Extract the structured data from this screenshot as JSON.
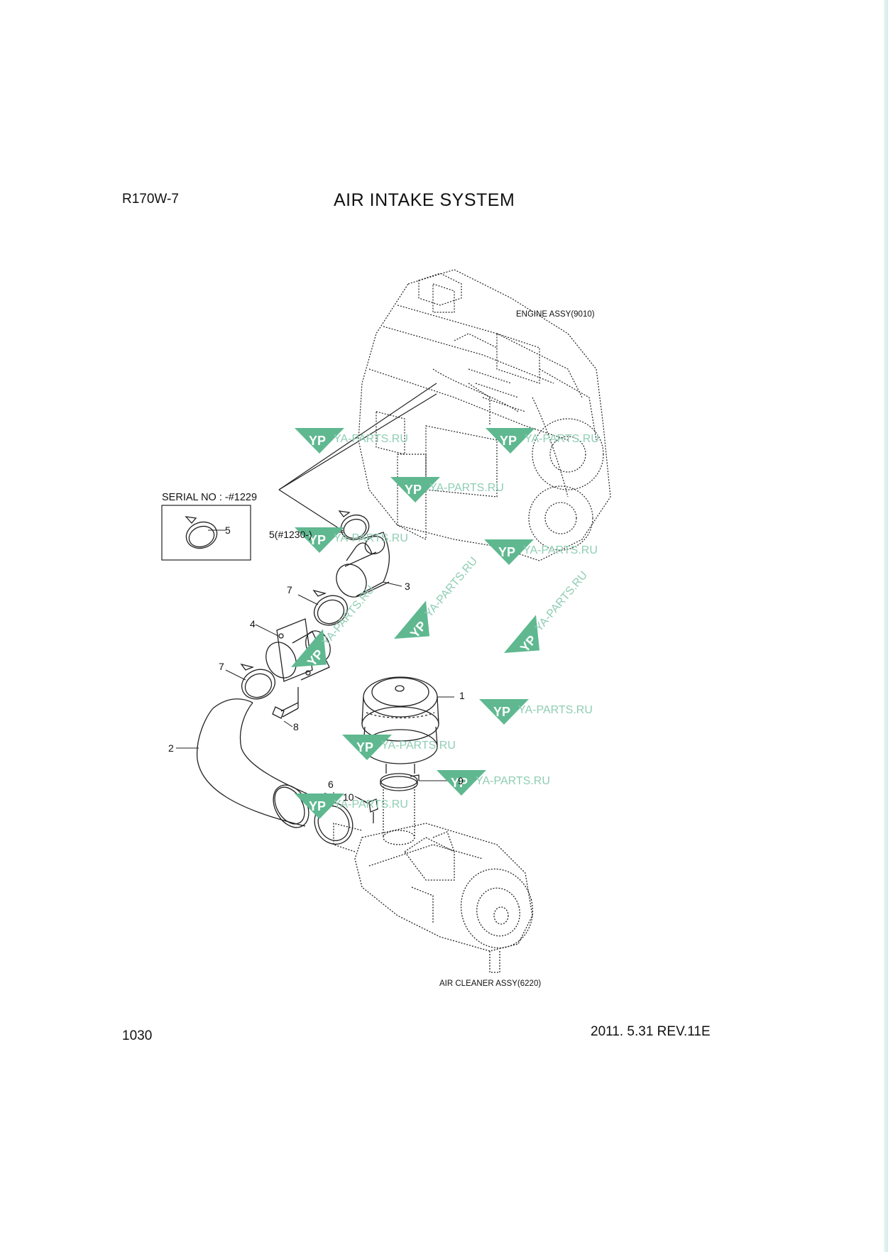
{
  "header": {
    "model": "R170W-7",
    "title": "AIR INTAKE SYSTEM"
  },
  "footer": {
    "page_number": "1030",
    "revision": "2011. 5.31  REV.11E"
  },
  "labels": {
    "engine_assy": "ENGINE ASSY(9010)",
    "air_cleaner_assy": "AIR CLEANER ASSY(6220)",
    "serial_no": "SERIAL NO : -#1229"
  },
  "callouts": {
    "c1": "1",
    "c2": "2",
    "c3": "3",
    "c4": "4",
    "c5_box": "5",
    "c5_serial": "5(#1230-)",
    "c6": "6",
    "c7a": "7",
    "c7b": "7",
    "c8": "8",
    "c9": "9",
    "c10": "10"
  },
  "watermark": {
    "text": "YA-PARTS.RU",
    "logo": "YP",
    "color": "#5fb890"
  }
}
